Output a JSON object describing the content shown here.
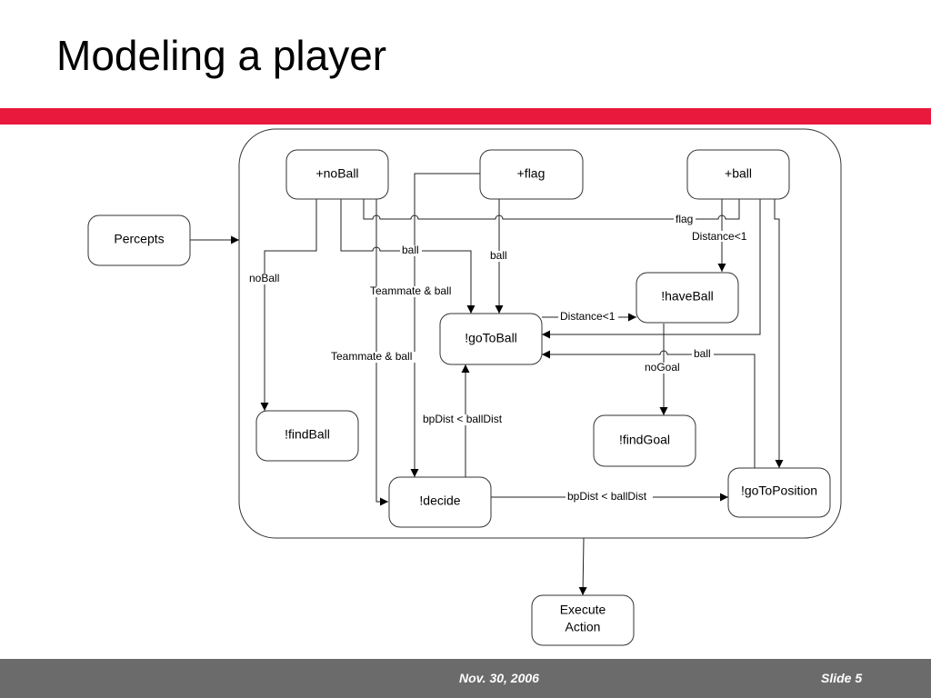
{
  "slide": {
    "title": "Modeling a player"
  },
  "footer": {
    "date": "Nov. 30, 2006",
    "slide_number": "Slide 5"
  },
  "diagram": {
    "nodes": {
      "percepts": "Percepts",
      "noBall": "+noBall",
      "flag": "+flag",
      "ball": "+ball",
      "haveBall": "!haveBall",
      "goToBall": "!goToBall",
      "findBall": "!findBall",
      "findGoal": "!findGoal",
      "decide": "!decide",
      "goToPosition": "!goToPosition",
      "execute_line1": "Execute",
      "execute_line2": "Action"
    },
    "edges": {
      "flag": "flag",
      "distance_lt1_top": "Distance<1",
      "ball_noball": "ball",
      "ball_flag": "ball",
      "noBall": "noBall",
      "teammate_ball_1": "Teammate & ball",
      "distance_lt1_mid": "Distance<1",
      "ball_right": "ball",
      "noGoal": "noGoal",
      "teammate_ball_2": "Teammate & ball",
      "bpdist_up": "bpDist < ballDist",
      "bpdist_right": "bpDist < ballDist"
    }
  },
  "colors": {
    "accent_bar": "#e8193c",
    "footer_bg": "#6b6b6b",
    "footer_text": "#ffffff"
  },
  "icons": {
    "arrow": "filled-triangle-arrowhead"
  }
}
